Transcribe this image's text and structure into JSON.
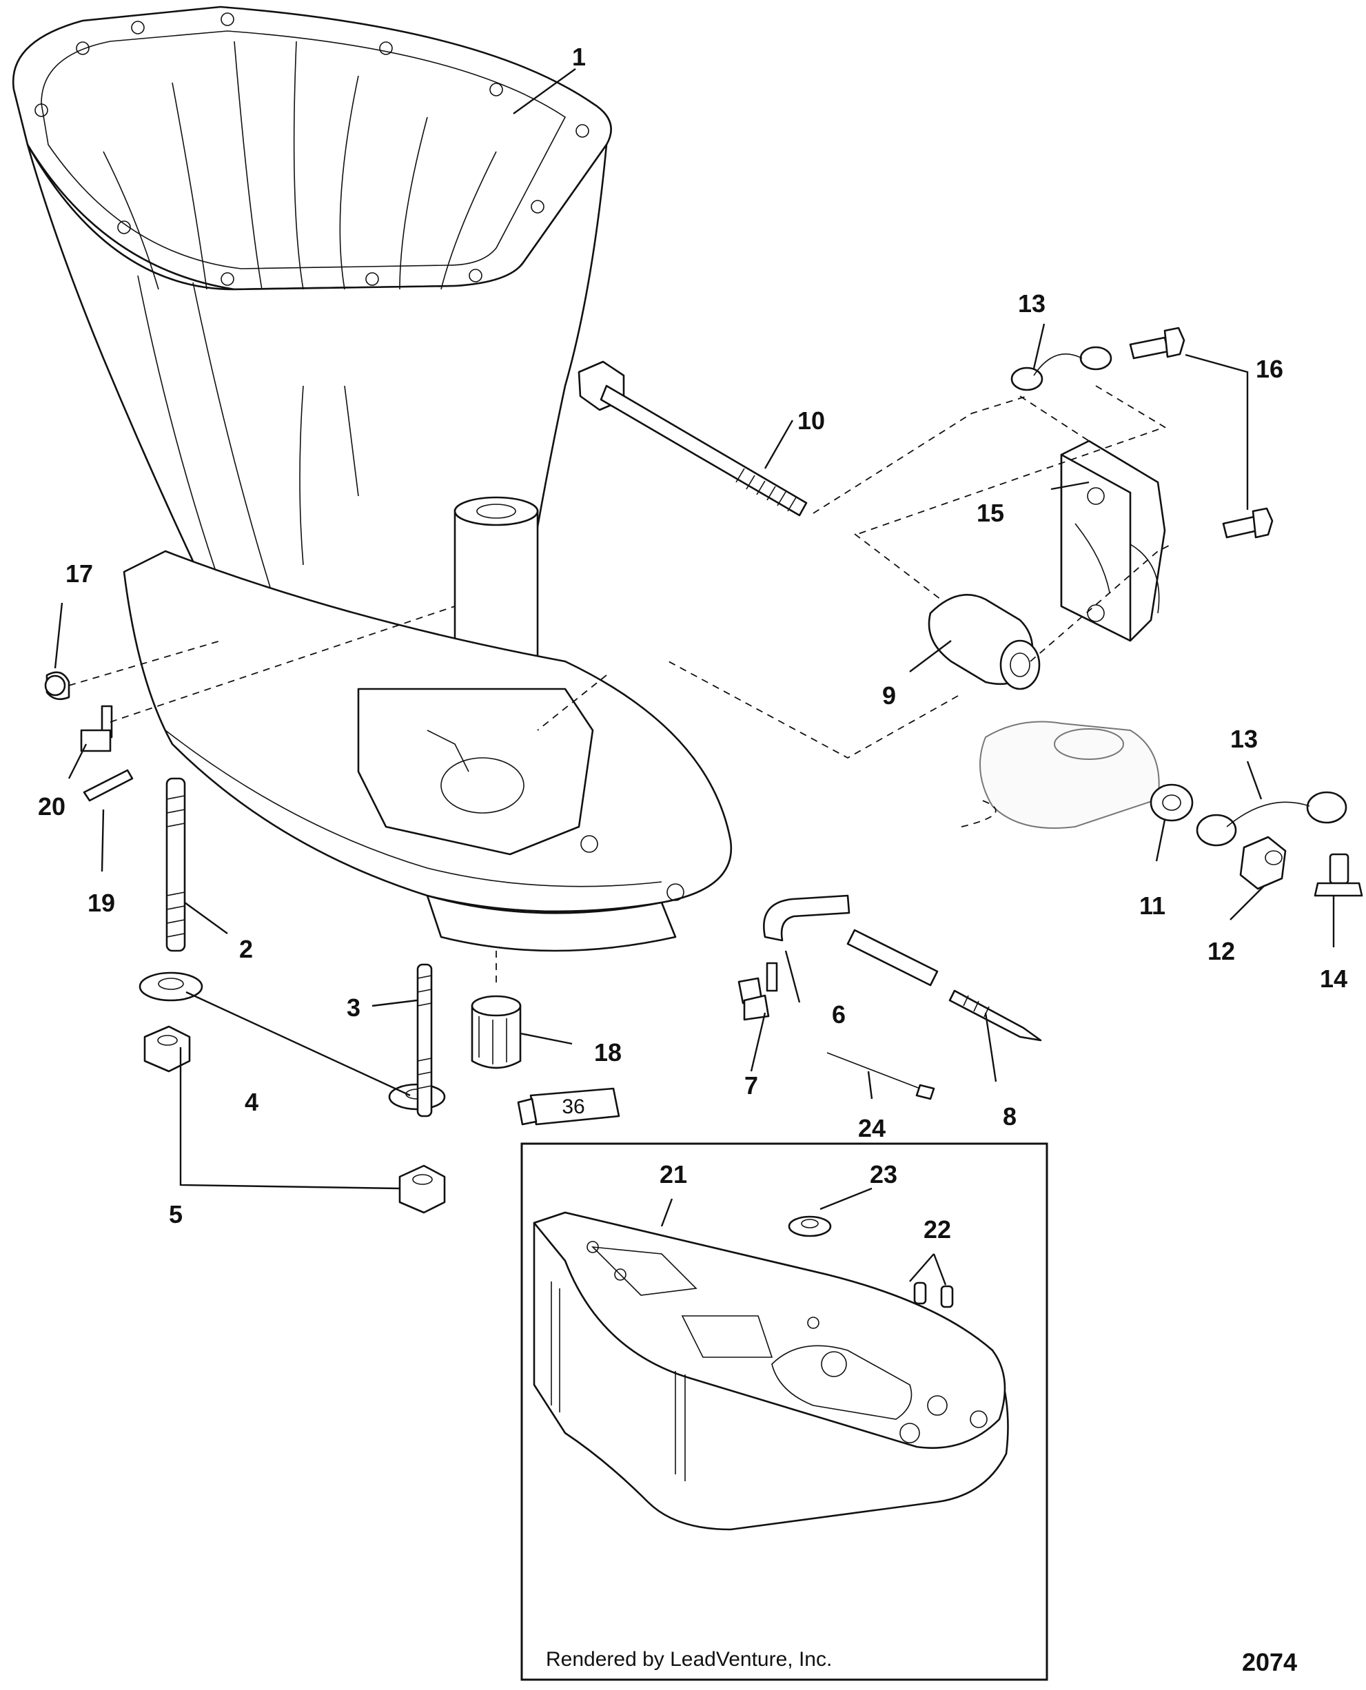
{
  "diagram": {
    "figure_number": "2074",
    "credit": "Rendered by LeadVenture, Inc.",
    "tube_label": "36",
    "callouts": [
      {
        "id": "c1",
        "text": "1"
      },
      {
        "id": "c2",
        "text": "2"
      },
      {
        "id": "c3",
        "text": "3"
      },
      {
        "id": "c4",
        "text": "4"
      },
      {
        "id": "c5",
        "text": "5"
      },
      {
        "id": "c6",
        "text": "6"
      },
      {
        "id": "c7",
        "text": "7"
      },
      {
        "id": "c8",
        "text": "8"
      },
      {
        "id": "c9",
        "text": "9"
      },
      {
        "id": "c10",
        "text": "10"
      },
      {
        "id": "c11",
        "text": "11"
      },
      {
        "id": "c12",
        "text": "12"
      },
      {
        "id": "c13a",
        "text": "13"
      },
      {
        "id": "c13b",
        "text": "13"
      },
      {
        "id": "c14",
        "text": "14"
      },
      {
        "id": "c15",
        "text": "15"
      },
      {
        "id": "c16",
        "text": "16"
      },
      {
        "id": "c17",
        "text": "17"
      },
      {
        "id": "c18",
        "text": "18"
      },
      {
        "id": "c19",
        "text": "19"
      },
      {
        "id": "c20",
        "text": "20"
      },
      {
        "id": "c21",
        "text": "21"
      },
      {
        "id": "c22",
        "text": "22"
      },
      {
        "id": "c23",
        "text": "23"
      },
      {
        "id": "c24",
        "text": "24"
      }
    ]
  }
}
